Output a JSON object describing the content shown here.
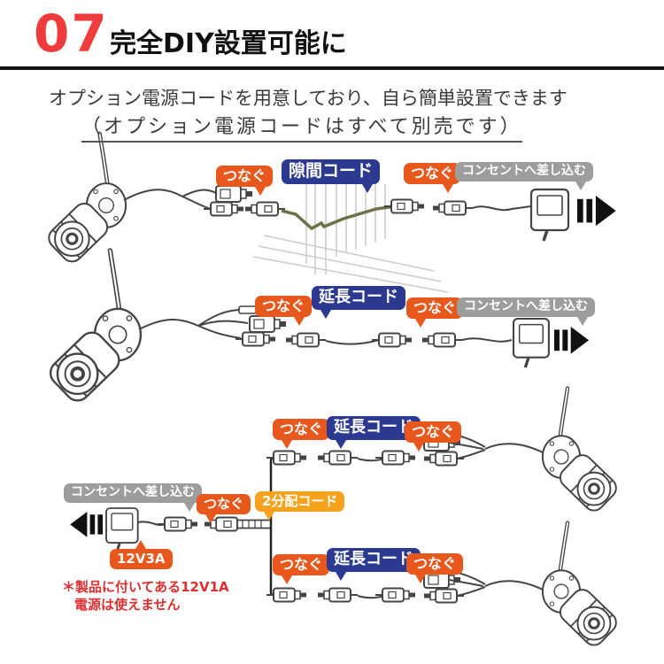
{
  "header": {
    "number": "07",
    "title": "完全DIY設置可能に"
  },
  "intro": {
    "line1": "オプション電源コードを用意しており、自ら簡単設置できます",
    "line2": "（オプション電源コードはすべて別売です）"
  },
  "labels": {
    "connect": "つなぐ",
    "gap_cord": "隙間コード",
    "extension_cord": "延長コード",
    "outlet": "コンセントへ差し込む",
    "splitter_cord": "2分配コード",
    "adapter_spec": "12V3A"
  },
  "note": {
    "line1": "＊製品に付いてある12V1A",
    "line2": "電源は使えません"
  },
  "colors": {
    "accent_red": "#ef3b3b",
    "label_orange": "#e8571c",
    "label_navy": "#2b3990",
    "label_gray": "#9d9d9d",
    "label_amber": "#f6a21c",
    "note_red": "#dd2f2f",
    "cable_olive": "#6f7148"
  }
}
